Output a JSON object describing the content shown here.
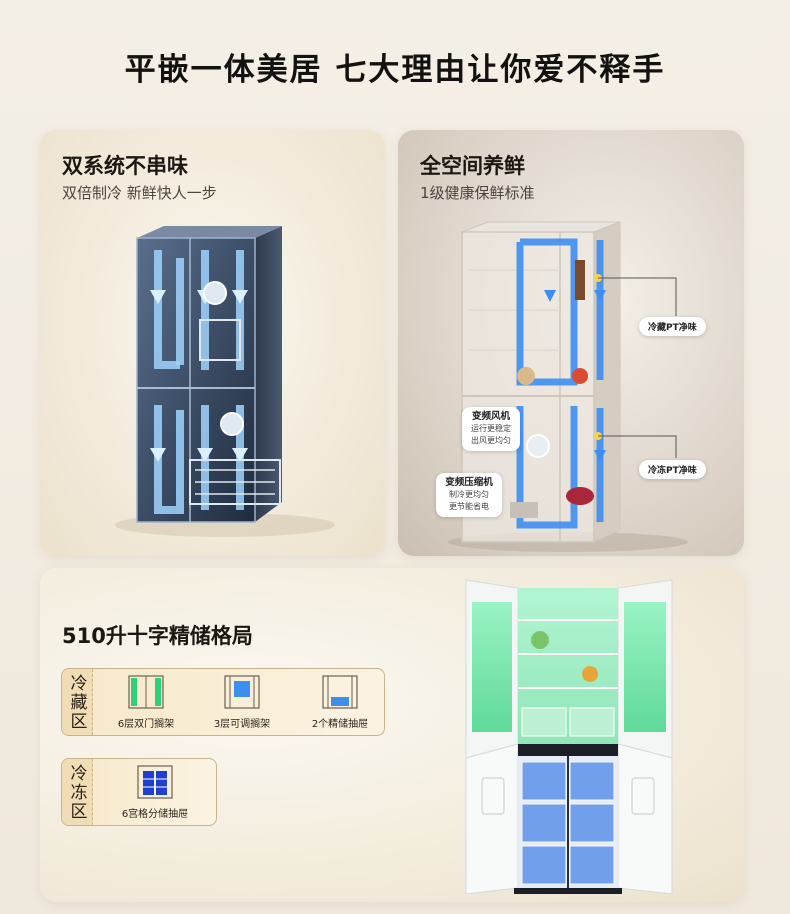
{
  "header": {
    "title": "平嵌一体美居 七大理由让你爱不释手"
  },
  "card_dual": {
    "title": "双系统不串味",
    "subtitle": "双倍制冷 新鲜快人一步"
  },
  "card_space": {
    "title": "全空间养鲜",
    "subtitle": "1级健康保鲜标准",
    "callouts": {
      "fridge_pt": "冷藏PT净味",
      "freezer_pt": "冷冻PT净味",
      "fan": {
        "title": "变频风机",
        "line1": "运行更稳定",
        "line2": "出风更均匀"
      },
      "compressor": {
        "title": "变频压缩机",
        "line1": "制冷更均匀",
        "line2": "更节能省电"
      }
    }
  },
  "card_storage": {
    "title": "510升十字精储格局",
    "fridge_zone": {
      "label": "冷藏区",
      "features": [
        "6层双门搁架",
        "3层可调搁架",
        "2个精储抽屉"
      ]
    },
    "freezer_zone": {
      "label": "冷冻区",
      "features": [
        "6宫格分储抽屉"
      ]
    }
  },
  "colors": {
    "accent_blue": "#3d8ef0",
    "accent_green": "#2fd07a",
    "zone_border": "#c9b38b"
  }
}
